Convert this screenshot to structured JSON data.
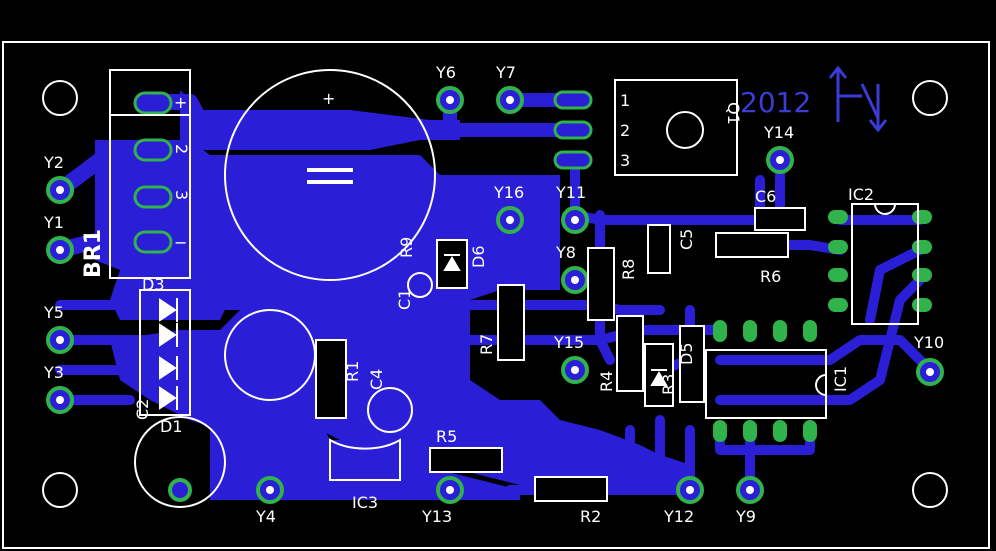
{
  "colors": {
    "background": "#000000",
    "copper": "#2a1fd6",
    "silkscreen": "#ffffff",
    "pad_green": "#2fb34a",
    "logo": "#3b3bd6"
  },
  "components": {
    "BR1": "BR1",
    "D3": "D3",
    "D1": "D1",
    "C2": "C2",
    "C1": "C1",
    "C4": "C4",
    "C5": "C5",
    "C6": "C6",
    "R1": "R1",
    "R2": "R2",
    "R3": "R3",
    "R4": "R4",
    "R5": "R5",
    "R6": "R6",
    "R7": "R7",
    "R8": "R8",
    "R9": "R9",
    "D5": "D5",
    "D6": "D6",
    "IC1": "IC1",
    "IC2": "IC2",
    "IC3": "IC3",
    "Q1": "Q1"
  },
  "testpoints": {
    "Y1": "Y1",
    "Y2": "Y2",
    "Y3": "Y3",
    "Y4": "Y4",
    "Y5": "Y5",
    "Y6": "Y6",
    "Y7": "Y7",
    "Y8": "Y8",
    "Y9": "Y9",
    "Y10": "Y10",
    "Y11": "Y11",
    "Y12": "Y12",
    "Y13": "Y13",
    "Y14": "Y14",
    "Y15": "Y15",
    "Y16": "Y16"
  },
  "pins": {
    "br_plus": "+",
    "br_t2": "2",
    "br_t3": "3",
    "br_minus": "−",
    "q1_1": "1",
    "q1_2": "2",
    "q1_3": "3",
    "cap_plus": "+"
  },
  "logo_text": "2012",
  "icons": [
    "pcb-board-icon",
    "mounting-hole-icon",
    "capacitor-icon",
    "diode-icon",
    "logo-arrows-icon"
  ]
}
